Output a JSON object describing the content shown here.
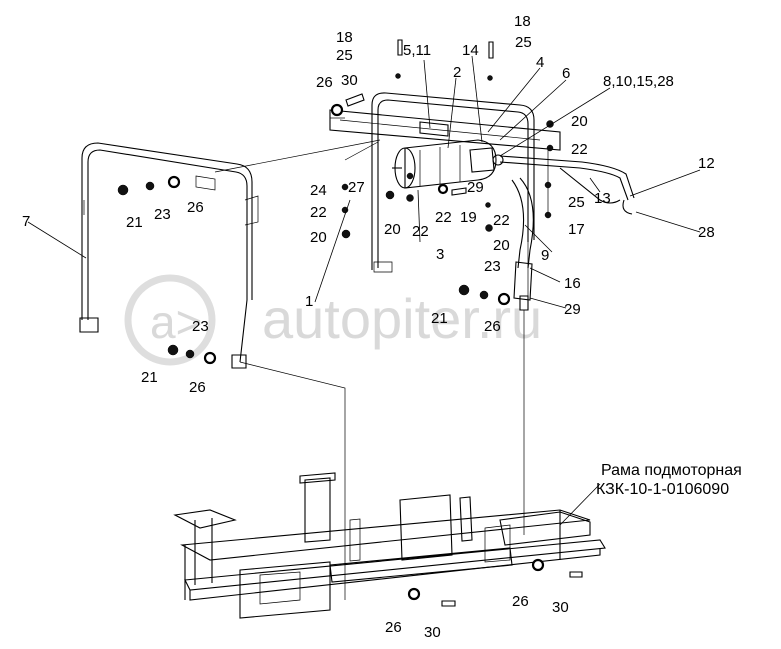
{
  "callouts": {
    "c1": "1",
    "c2": "2",
    "c3": "3",
    "c4": "4",
    "c5_11": "5,11",
    "c6": "6",
    "c7": "7",
    "c8_10_15_28": "8,10,15,28",
    "c9": "9",
    "c12": "12",
    "c13": "13",
    "c14": "14",
    "c16": "16",
    "c17": "17",
    "c18a": "18",
    "c18b": "18",
    "c19": "19",
    "c20a": "20",
    "c20b": "20",
    "c20c": "20",
    "c20d": "20",
    "c21a": "21",
    "c21b": "21",
    "c21c": "21",
    "c22a": "22",
    "c22b": "22",
    "c22c": "22",
    "c22d": "22",
    "c22e": "22",
    "c23a": "23",
    "c23b": "23",
    "c23c": "23",
    "c24": "24",
    "c25a": "25",
    "c25b": "25",
    "c25c": "25",
    "c26a": "26",
    "c26b": "26",
    "c26c": "26",
    "c26d": "26",
    "c26e": "26",
    "c26f": "26",
    "c27": "27",
    "c28": "28",
    "c29a": "29",
    "c29b": "29",
    "c30a": "30",
    "c30b": "30",
    "c30c": "30"
  },
  "frame_note": {
    "line1": "Рама подмоторная",
    "line2": "КЗК-10-1-0106090"
  },
  "watermark": "autopiter.ru"
}
